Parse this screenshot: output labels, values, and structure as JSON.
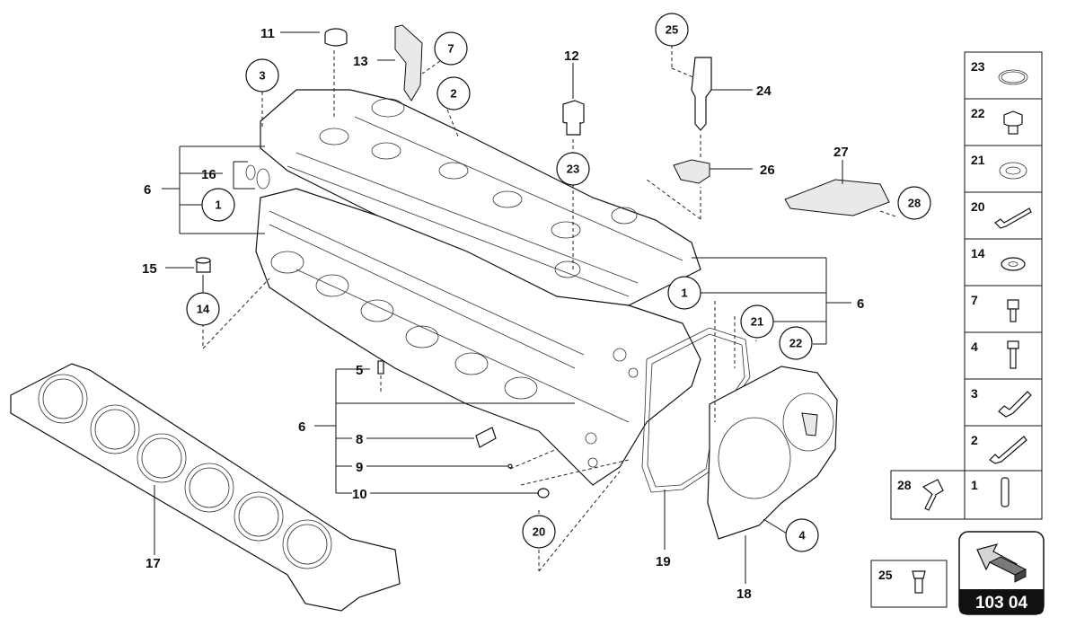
{
  "labels": {
    "l1": "1",
    "l2": "2",
    "l3": "3",
    "l4": "4",
    "l5": "5",
    "l6a": "6",
    "l6b": "6",
    "l6c": "6",
    "l7": "7",
    "l8": "8",
    "l9": "9",
    "l10": "10",
    "l11": "11",
    "l12": "12",
    "l13": "13",
    "l14": "14",
    "l15": "15",
    "l16": "16",
    "l17": "17",
    "l18": "18",
    "l19": "19",
    "l20": "20",
    "l21": "21",
    "l22": "22",
    "l23": "23",
    "l24": "24",
    "l25": "25",
    "l26": "26",
    "l27": "27",
    "l28": "28",
    "c1a": "1",
    "c1b": "1",
    "c2": "2",
    "c3": "3",
    "c4": "4",
    "c7": "7",
    "c14": "14",
    "c20": "20",
    "c21": "21",
    "c22": "22",
    "c23": "23",
    "c25": "25",
    "c28": "28"
  },
  "legend": {
    "items": [
      "23",
      "22",
      "21",
      "20",
      "14",
      "7",
      "4",
      "3",
      "2",
      "1"
    ],
    "bottom_left": "28",
    "extra": "25"
  },
  "page_badge": "103 04",
  "icons": [
    "arrow-icon"
  ]
}
